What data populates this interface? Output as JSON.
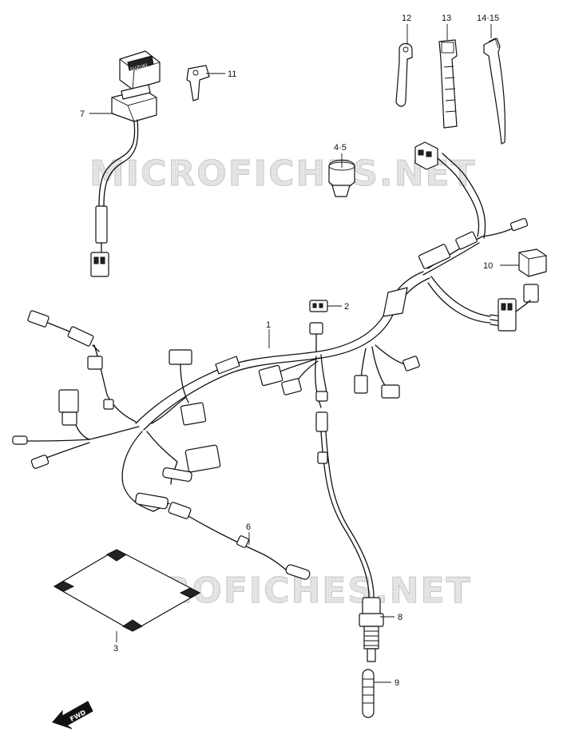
{
  "diagram": {
    "watermark": "MICROFICHES.NET",
    "direction_label": "FWD",
    "callouts": [
      {
        "id": "c1",
        "label": "1"
      },
      {
        "id": "c2",
        "label": "2"
      },
      {
        "id": "c3",
        "label": "3"
      },
      {
        "id": "c45",
        "label": "4·5"
      },
      {
        "id": "c6",
        "label": "6"
      },
      {
        "id": "c7",
        "label": "7"
      },
      {
        "id": "c8",
        "label": "8"
      },
      {
        "id": "c9",
        "label": "9"
      },
      {
        "id": "c10",
        "label": "10"
      },
      {
        "id": "c11",
        "label": "11"
      },
      {
        "id": "c12",
        "label": "12"
      },
      {
        "id": "c13",
        "label": "13"
      },
      {
        "id": "c1415",
        "label": "14·15"
      }
    ],
    "switch_brand": "SUZUKI"
  }
}
